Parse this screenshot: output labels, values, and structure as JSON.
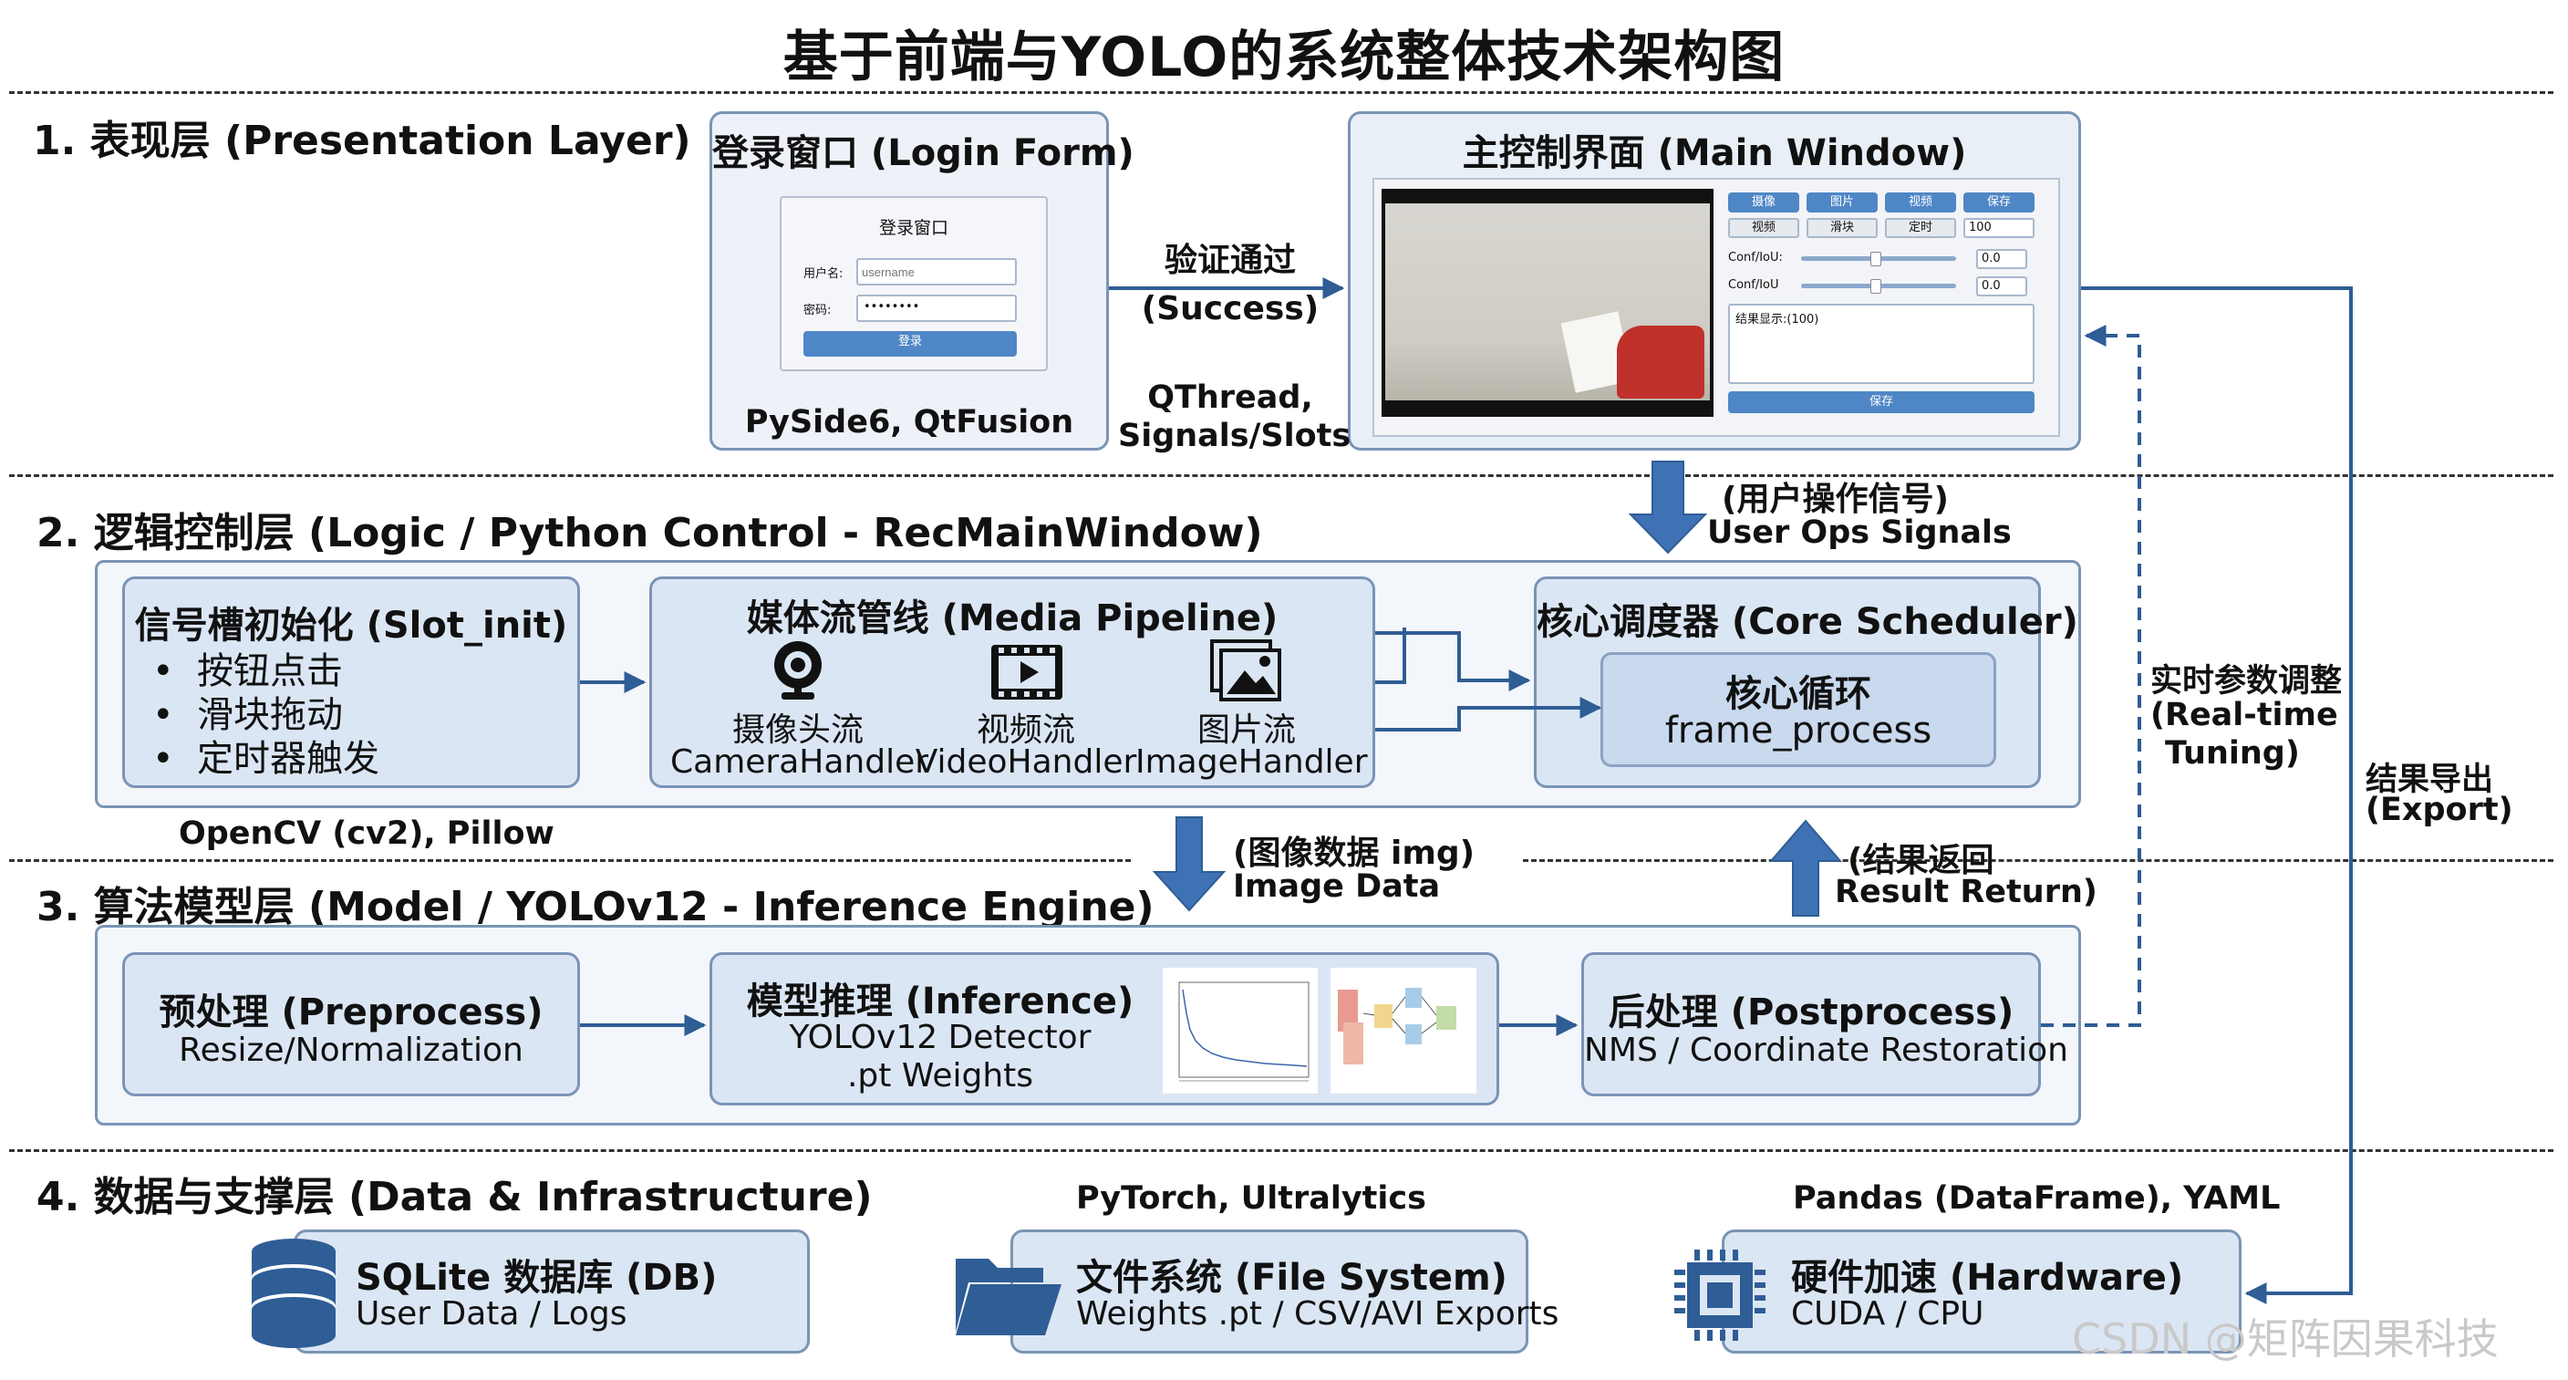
{
  "title": "基于前端与YOLO的系统整体技术架构图",
  "layers": {
    "presentation": "1. 表现层 (Presentation Layer)",
    "logic": "2. 逻辑控制层 (Logic / Python Control - RecMainWindow)",
    "model": "3. 算法模型层 (Model / YOLOv12 - Inference Engine)",
    "data": "4. 数据与支撑层 (Data & Infrastructure)"
  },
  "login": {
    "title": "登录窗口 (Login Form)",
    "inner_title": "登录窗口",
    "username_label": "用户名:",
    "username_placeholder": "username",
    "password_label": "密码:",
    "password_value": "••••••••",
    "login_button": "登录",
    "tech": "PySide6, QtFusion"
  },
  "main_window": {
    "title": "主控制界面 (Main Window)",
    "buttons_row1": [
      "摄像",
      "图片",
      "视频",
      "保存"
    ],
    "buttons_row2": [
      "视频",
      "滑块",
      "定时",
      "100"
    ],
    "conf_label": "Conf/IoU:",
    "conf_value": "0.0",
    "conf_label2": "Conf/IoU",
    "conf_value2": "0.0",
    "result_text": "结果显示:(100)",
    "save_button": "保存"
  },
  "edges": {
    "success_cn": "验证通过",
    "success_en": "(Success)",
    "qthread": "QThread,",
    "signals_slots": "Signals/Slots",
    "user_ops_cn": "(用户操作信号)",
    "user_ops_en": "User Ops Signals",
    "realtime_cn": "实时参数调整",
    "realtime_en1": "(Real-time",
    "realtime_en2": "Tuning)",
    "export_cn": "结果导出",
    "export_en": "(Export)",
    "image_data_cn": "(图像数据 img)",
    "image_data_en": "Image Data",
    "result_cn": "(结果返回",
    "result_en": "Result Return)"
  },
  "logic": {
    "slot_title": "信号槽初始化 (Slot_init)",
    "slot_items": [
      "按钮点击",
      "滑块拖动",
      "定时器触发"
    ],
    "media_title": "媒体流管线 (Media Pipeline)",
    "media_items": [
      {
        "cn": "摄像头流",
        "en": "CameraHandler",
        "icon": "webcam-icon"
      },
      {
        "cn": "视频流",
        "en": "VideoHandler",
        "icon": "video-icon"
      },
      {
        "cn": "图片流",
        "en": "ImageHandler",
        "icon": "image-icon"
      }
    ],
    "scheduler_title": "核心调度器 (Core Scheduler)",
    "loop_title": "核心循环",
    "loop_sub": "frame_process",
    "tech": "OpenCV (cv2), Pillow"
  },
  "model": {
    "pre_title": "预处理 (Preprocess)",
    "pre_sub": "Resize/Normalization",
    "inf_title": "模型推理 (Inference)",
    "inf_sub1": "YOLOv12 Detector",
    "inf_sub2": ".pt Weights",
    "post_title": "后处理 (Postprocess)",
    "post_sub": "NMS / Coordinate Restoration"
  },
  "data": {
    "db_title": "SQLite 数据库 (DB)",
    "db_sub": "User Data / Logs",
    "fs_tech": "PyTorch, Ultralytics",
    "fs_title": "文件系统 (File System)",
    "fs_sub": "Weights .pt / CSV/AVI Exports",
    "hw_tech": "Pandas (DataFrame), YAML",
    "hw_title": "硬件加速 (Hardware)",
    "hw_sub": "CUDA / CPU"
  },
  "watermark": "CSDN @矩阵因果科技",
  "colors": {
    "box_fill": "#dbe6f4",
    "box_border": "#7a94b6",
    "arrow": "#2f5d95",
    "button": "#4f86c6"
  }
}
